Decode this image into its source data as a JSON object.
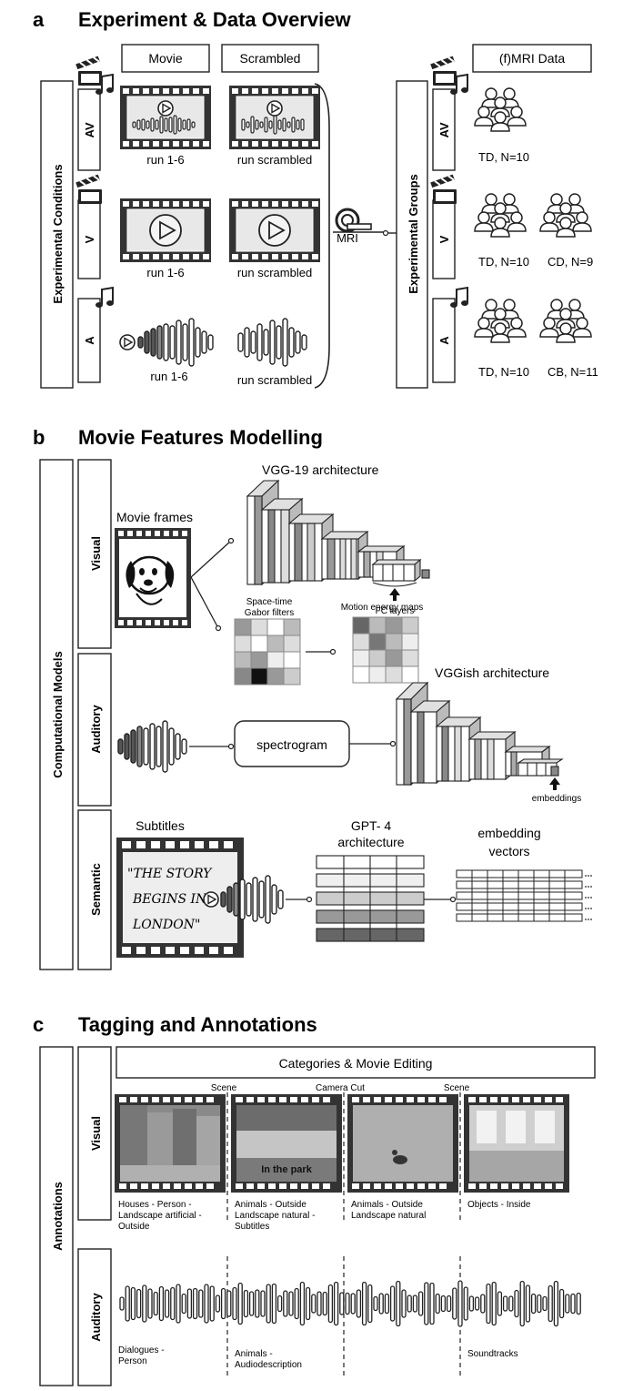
{
  "panels": {
    "a": {
      "letter": "a",
      "title": "Experiment & Data Overview",
      "col_movie": "Movie",
      "col_scrambled": "Scrambled",
      "col_mri": "(f)MRI Data",
      "side_conditions": "Experimental Conditions",
      "side_groups": "Experimental Groups",
      "rows": {
        "av": "AV",
        "v": "V",
        "a": "A"
      },
      "captions": {
        "av_movie": "run 1-6",
        "av_scr": "run scrambled",
        "v_movie": "run 1-6",
        "v_scr": "run scrambled",
        "a_movie": "run 1-6",
        "a_scr": "run scrambled"
      },
      "mri_label": "MRI",
      "groups": {
        "av_td": "TD, N=10",
        "v_td": "TD, N=10",
        "v_cd": "CD, N=9",
        "a_td": "TD, N=10",
        "a_cb": "CB, N=11"
      }
    },
    "b": {
      "letter": "b",
      "title": "Movie Features Modelling",
      "side": "Computational Models",
      "rows": {
        "visual": "Visual",
        "auditory": "Auditory",
        "semantic": "Semantic"
      },
      "movie_frames": "Movie frames",
      "vgg19": "VGG-19 architecture",
      "fc_layers": "FC layers",
      "gabor_l1": "Space-time",
      "gabor_l2": "Gabor filters",
      "motion": "Motion energy maps",
      "spectrogram": "spectrogram",
      "vggish": "VGGish  architecture",
      "embeddings": "embeddings",
      "subtitles": "Subtitles",
      "subtitle_l1": "\"THE STORY",
      "subtitle_l2": "BEGINS IN",
      "subtitle_l3": "LONDON\"",
      "gpt_l1": "GPT- 4",
      "gpt_l2": "architecture",
      "emb_l1": "embedding",
      "emb_l2": "vectors"
    },
    "c": {
      "letter": "c",
      "title": "Tagging and Annotations",
      "side": "Annotations",
      "rows": {
        "visual": "Visual",
        "auditory": "Auditory"
      },
      "categories": "Categories & Movie Editing",
      "scene1": "Scene",
      "camera_cut": "Camera Cut",
      "scene2": "Scene",
      "in_park": "In the park",
      "vis_labels": {
        "f1_l1": "Houses - Person -",
        "f1_l2": "Landscape artificial -",
        "f1_l3": "Outside",
        "f2_l1": "Animals - Outside",
        "f2_l2": "Landscape natural -",
        "f2_l3": "Subtitles",
        "f3_l1": "Animals - Outside",
        "f3_l2": "Landscape natural",
        "f4_l1": "Objects - Inside"
      },
      "aud_labels": {
        "a1_l1": "Dialogues -",
        "a1_l2": "Person",
        "a2_l1": "Animals -",
        "a2_l2": "Audiodescription",
        "a3_l1": "Soundtracks"
      }
    }
  },
  "icons": [
    "clapperboard-icon",
    "music-note-icon",
    "play-icon",
    "waveform-icon",
    "people-group-icon",
    "mri-scanner-icon",
    "dog-cartoon-icon",
    "arrow-up-icon"
  ]
}
